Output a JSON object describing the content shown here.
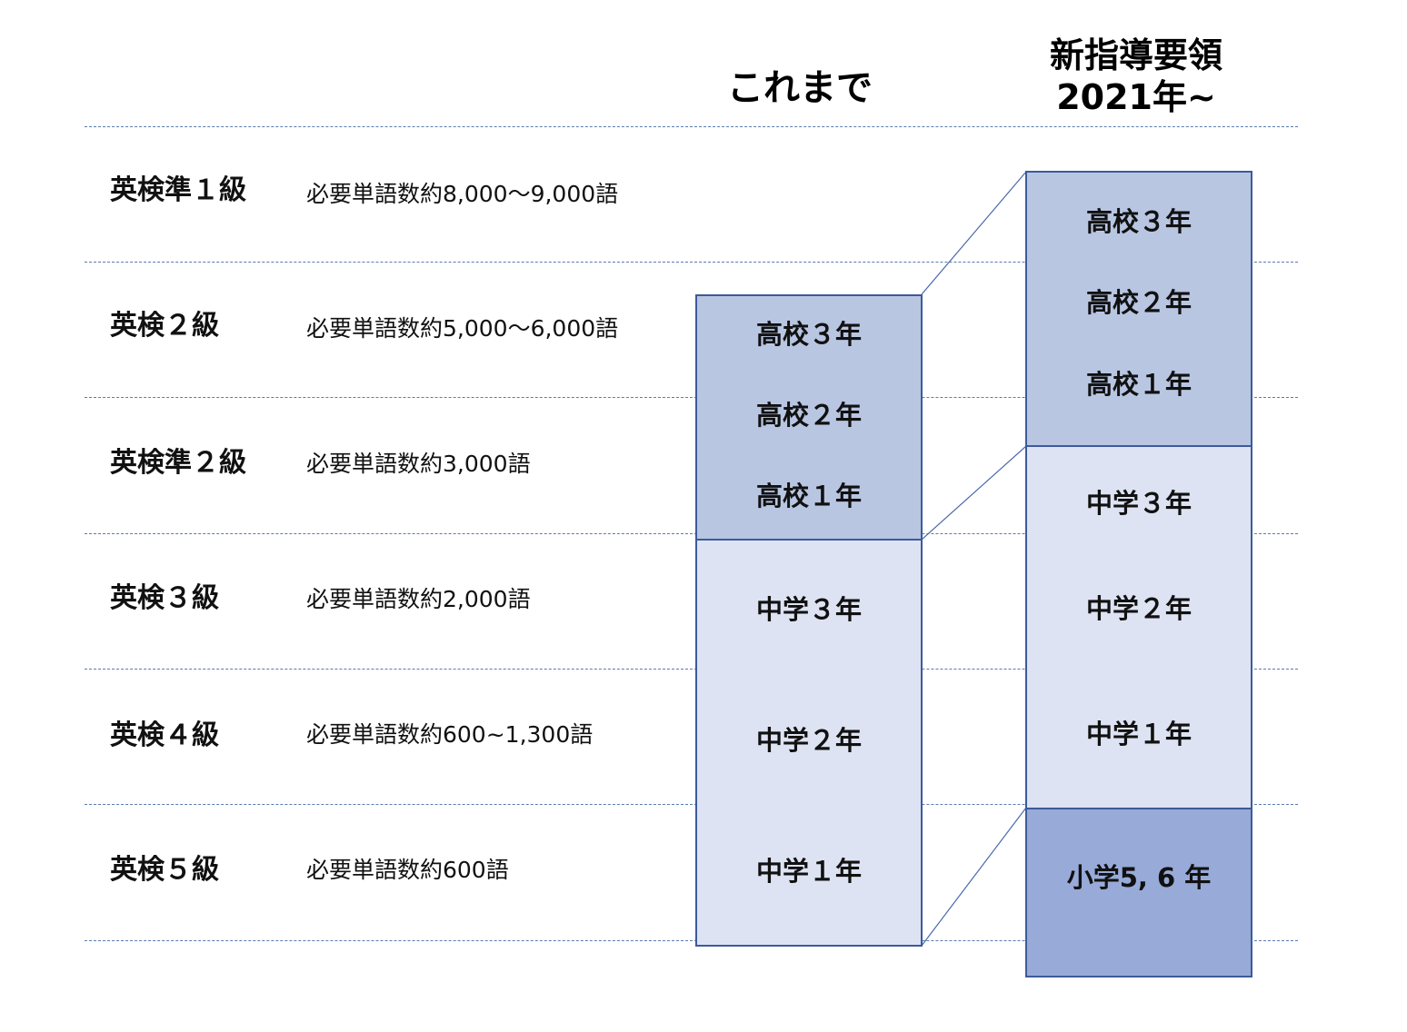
{
  "headers": {
    "current": "これまで",
    "new_line1": "新指導要領",
    "new_line2": "2021年~"
  },
  "grades": [
    {
      "name": "英検準１級",
      "words": "必要単語数約8,000〜9,000語"
    },
    {
      "name": "英検２級",
      "words": "必要単語数約5,000〜6,000語"
    },
    {
      "name": "英検準２級",
      "words": "必要単語数約3,000語"
    },
    {
      "name": "英検３級",
      "words": "必要単語数約2,000語"
    },
    {
      "name": "英検４級",
      "words": "必要単語数約600~1,300語"
    },
    {
      "name": "英検５級",
      "words": "必要単語数約600語"
    }
  ],
  "current_column": {
    "high_school": [
      "高校３年",
      "高校２年",
      "高校１年"
    ],
    "junior_high": [
      "中学３年",
      "中学２年",
      "中学１年"
    ]
  },
  "new_column": {
    "high_school": [
      "高校３年",
      "高校２年",
      "高校１年"
    ],
    "junior_high": [
      "中学３年",
      "中学２年",
      "中学１年"
    ],
    "elementary": [
      "小学5, 6 年"
    ]
  },
  "colors": {
    "high_school_fill": "#b8c6e2",
    "junior_high_fill": "#dde3f2",
    "elementary_fill": "#98aad8",
    "border": "#3d5a9a",
    "divider": "#5a7bb0"
  }
}
